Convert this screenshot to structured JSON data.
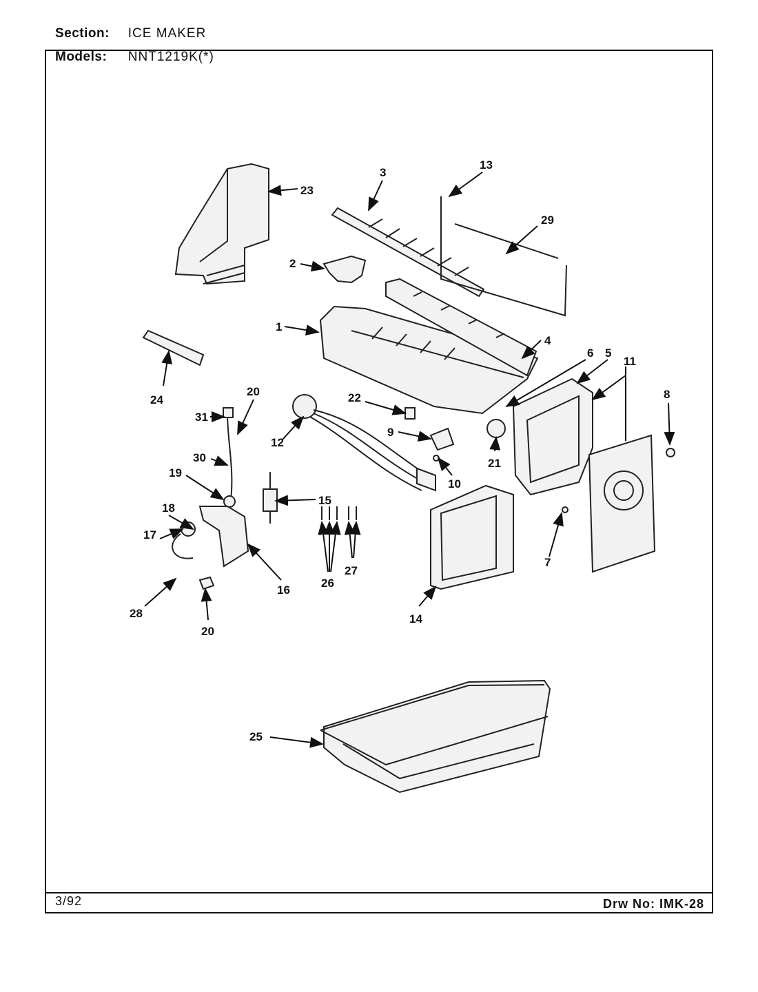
{
  "header": {
    "section_label": "Section:",
    "section_value": "ICE MAKER",
    "models_label": "Models:",
    "models_value": "NNT1219K(*)"
  },
  "footer": {
    "date": "3/92",
    "drawing_label": "Drw No:",
    "drawing_value": "IMK-28"
  },
  "callouts": [
    "1",
    "2",
    "3",
    "4",
    "5",
    "6",
    "7",
    "8",
    "9",
    "10",
    "11",
    "12",
    "13",
    "14",
    "15",
    "16",
    "17",
    "18",
    "19",
    "20",
    "20",
    "21",
    "22",
    "23",
    "24",
    "25",
    "26",
    "27",
    "28",
    "29",
    "30",
    "31"
  ]
}
